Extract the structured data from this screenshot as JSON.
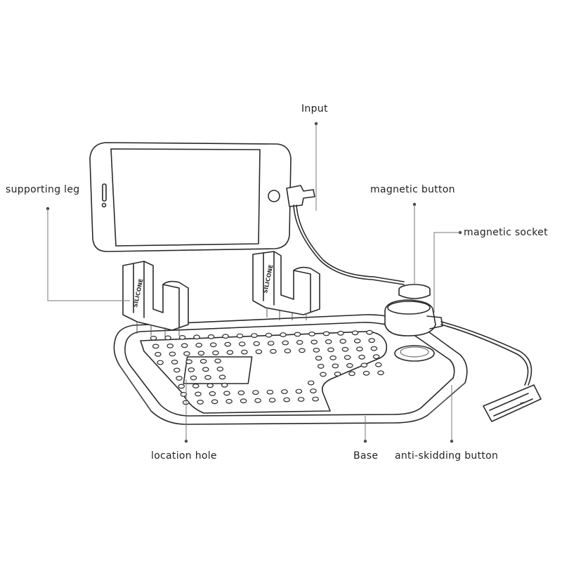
{
  "labels": {
    "input": "Input",
    "supporting_leg": "supporting leg",
    "magnetic_button": "magnetic button",
    "magnetic_socket": "magnetic socket",
    "location_hole": "location hole",
    "base": "Base",
    "anti_skidding_button": "anti-skidding button"
  },
  "leg_brand": "SILICONE",
  "colors": {
    "ink": "#2a2a2a",
    "callout": "#777777",
    "background": "#ffffff"
  }
}
